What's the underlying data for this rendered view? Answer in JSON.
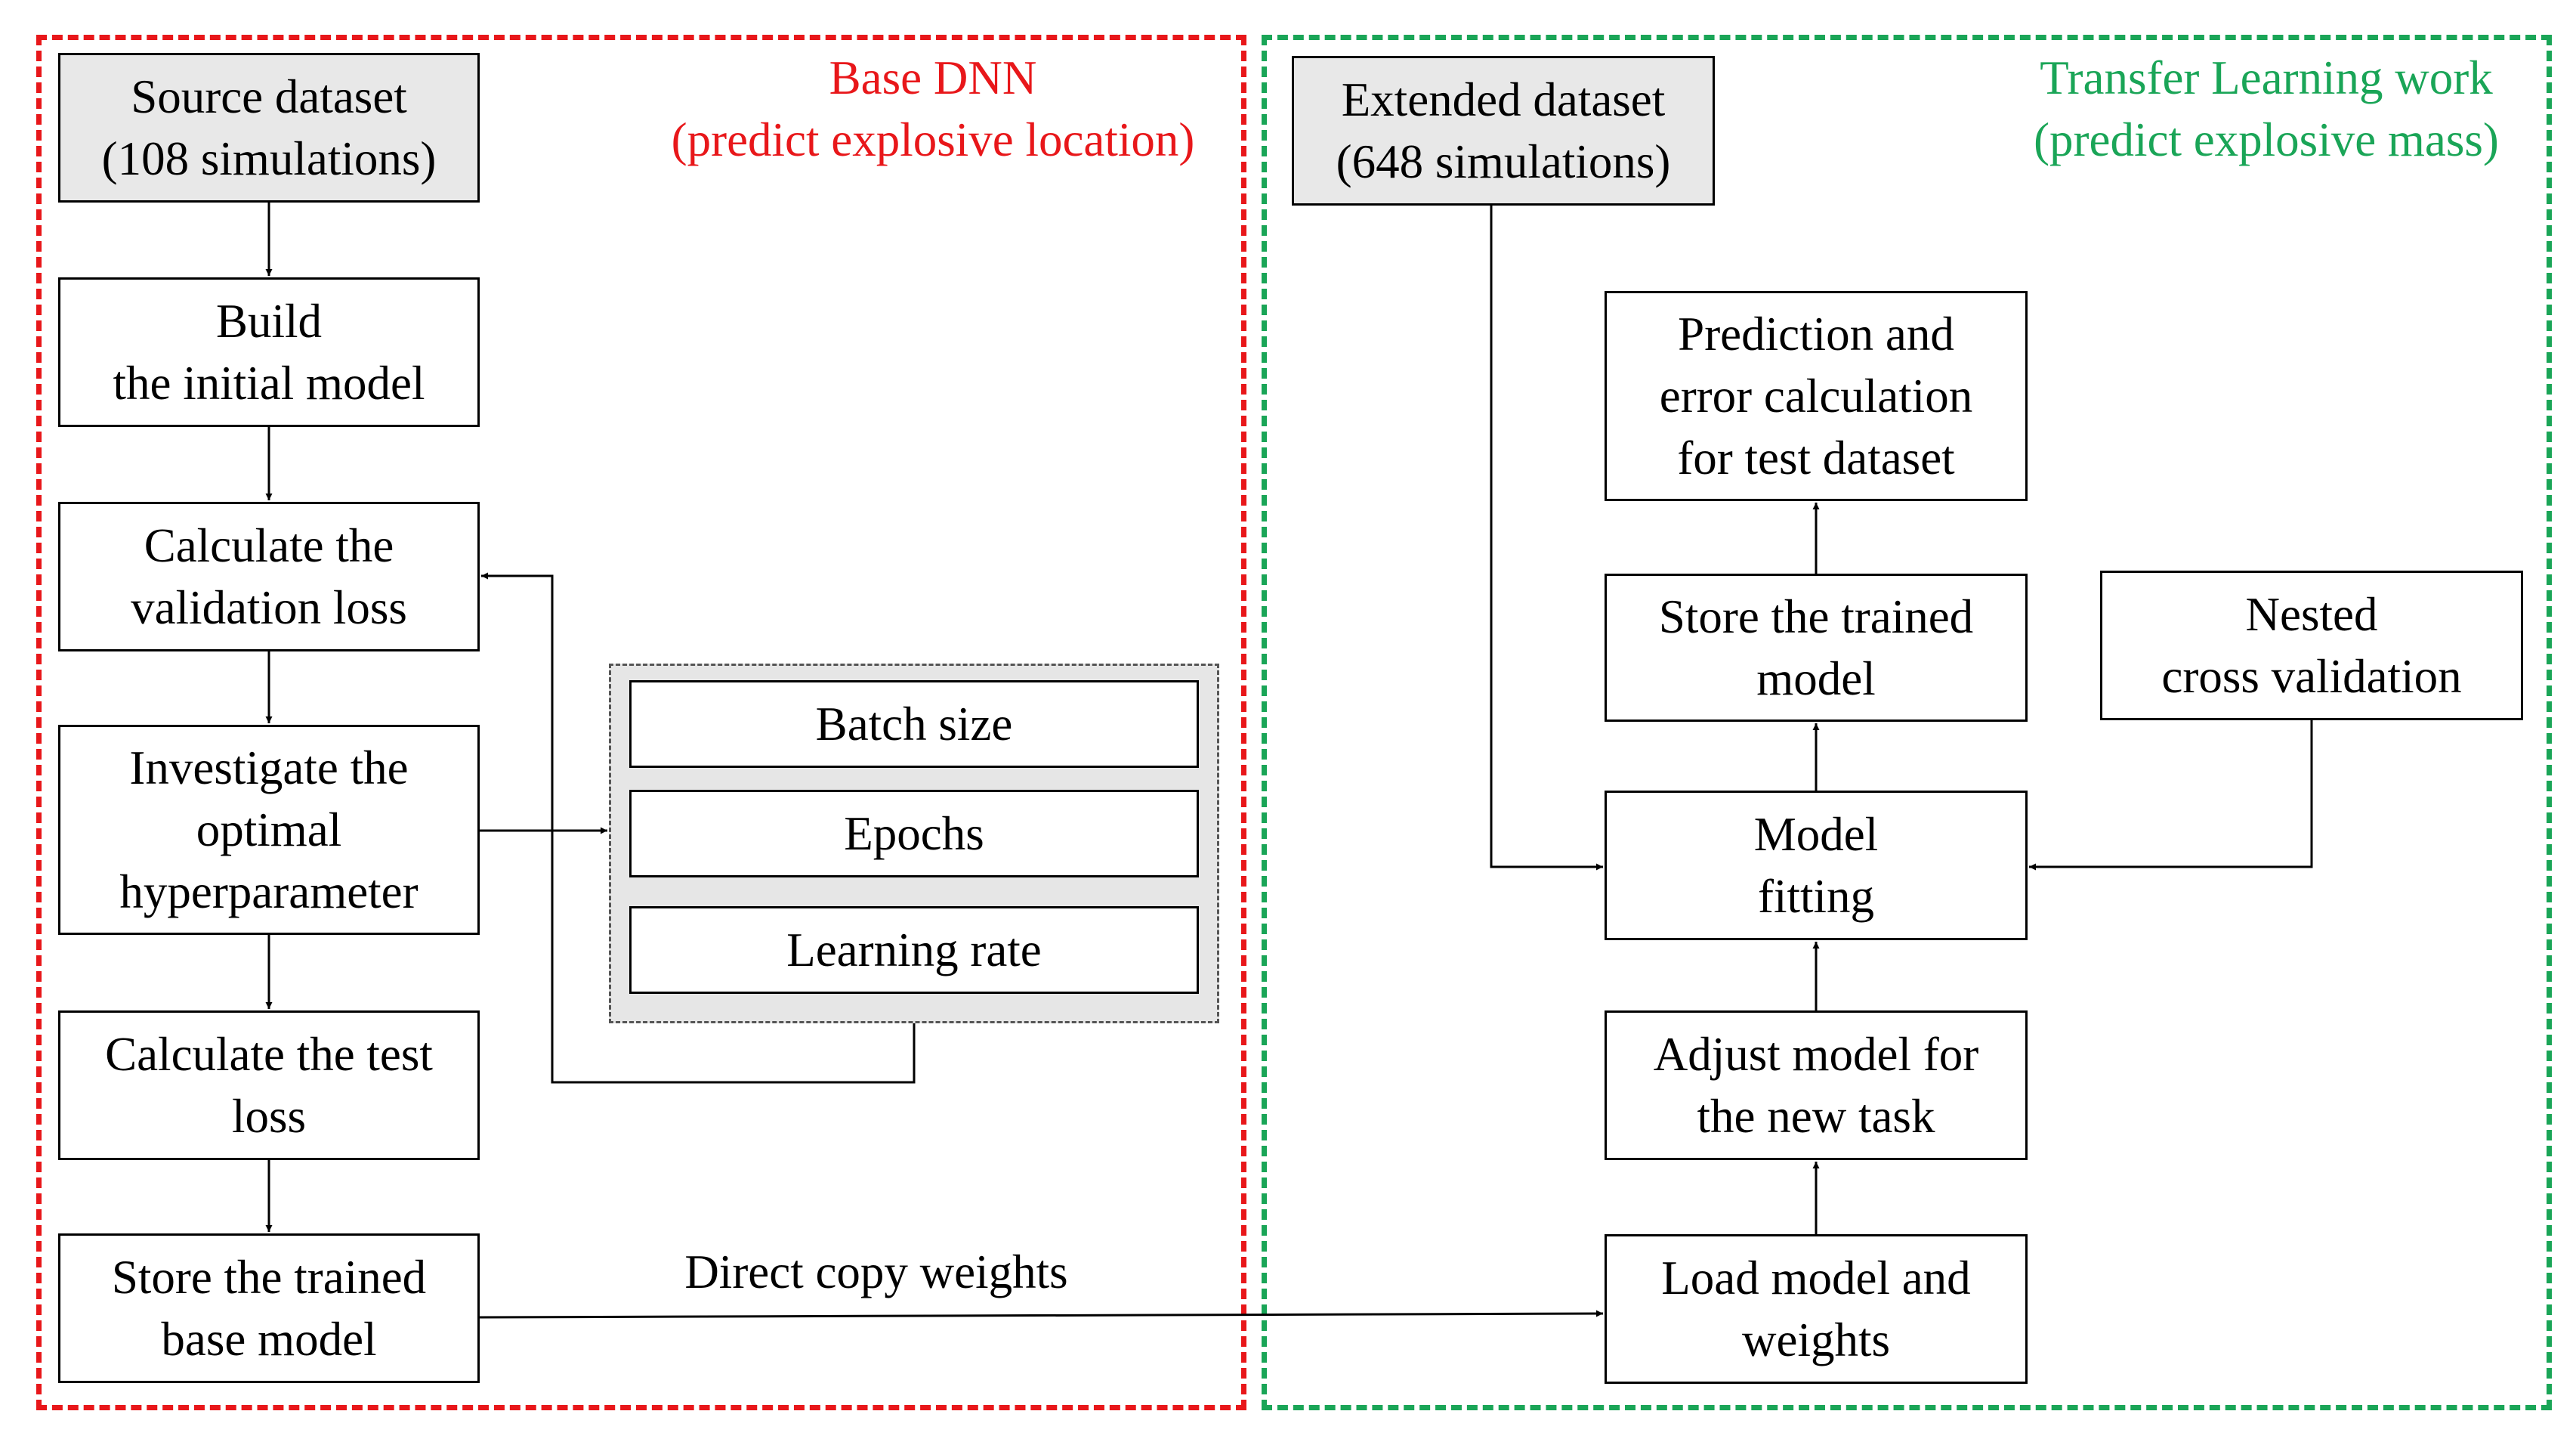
{
  "regions": {
    "base": {
      "title": "Base DNN\n(predict explosive location)",
      "color": "#e8171a"
    },
    "transfer": {
      "title": "Transfer Learning work\n(predict explosive mass)",
      "color": "#1aa557"
    }
  },
  "nodes": {
    "source_dataset": "Source dataset\n(108 simulations)",
    "build_model": "Build\nthe initial model",
    "validation_loss": "Calculate the\nvalidation loss",
    "investigate_hyper": "Investigate the\noptimal\nhyperparameter",
    "test_loss": "Calculate the test\nloss",
    "store_base": "Store the trained\nbase model",
    "batch_size": "Batch size",
    "epochs": "Epochs",
    "learning_rate": "Learning rate",
    "extended_dataset": "Extended dataset\n(648 simulations)",
    "prediction": "Prediction and\nerror calculation\nfor test dataset",
    "store_trained": "Store the trained\nmodel",
    "nested_cv": "Nested\ncross validation",
    "model_fitting": "Model\nfitting",
    "adjust_model": "Adjust model for\nthe new task",
    "load_model": "Load model and\nweights"
  },
  "edge_labels": {
    "copy_weights": "Direct copy weights"
  }
}
